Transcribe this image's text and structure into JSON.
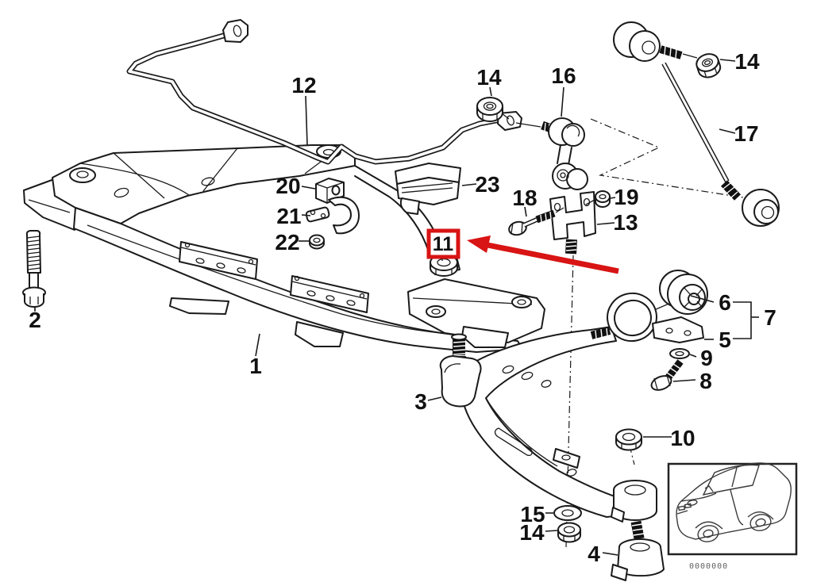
{
  "diagram": {
    "type": "exploded-parts-diagram",
    "callouts": {
      "c1": "1",
      "c2": "2",
      "c3": "3",
      "c4": "4",
      "c5": "5",
      "c6": "6",
      "c7": "7",
      "c8": "8",
      "c9": "9",
      "c10": "10",
      "c12": "12",
      "c13": "13",
      "c14a": "14",
      "c14b": "14",
      "c14c": "14",
      "c15": "15",
      "c16": "16",
      "c17": "17",
      "c18": "18",
      "c19": "19",
      "c20": "20",
      "c21": "21",
      "c22": "22",
      "c23": "23"
    },
    "highlight": {
      "label": "11",
      "box_color": "#d81414",
      "arrow_color": "#d81414"
    },
    "inset": {
      "watermark": "0000000"
    },
    "colors": {
      "line": "#1a1a1a",
      "background": "#ffffff"
    }
  }
}
